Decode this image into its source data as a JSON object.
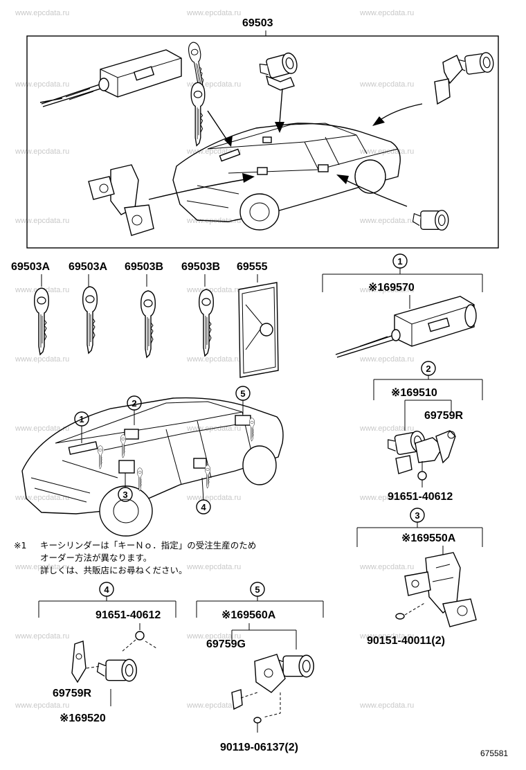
{
  "watermark": "www.epcdata.ru",
  "top_group": {
    "label": "69503"
  },
  "keys": [
    {
      "part": "69503A"
    },
    {
      "part": "69503A"
    },
    {
      "part": "69503B"
    },
    {
      "part": "69503B"
    },
    {
      "part": "69555"
    }
  ],
  "callouts": [
    "1",
    "2",
    "3",
    "4",
    "5"
  ],
  "note": {
    "mark": "※1",
    "lines": [
      "キーシリンダーは「キーＮｏ．指定」の受注生産のため",
      "オーダー方法が異なります。",
      "詳しくは、共販店にお尋ねください。"
    ]
  },
  "group1": {
    "callout": "1",
    "parts": [
      "※169570"
    ]
  },
  "group2": {
    "callout": "2",
    "parts": [
      "※169510",
      "69759R",
      "91651-40612"
    ]
  },
  "group3": {
    "callout": "3",
    "parts": [
      "※169550A",
      "90151-40011(2)"
    ]
  },
  "group4": {
    "callout": "4",
    "parts": [
      "91651-40612",
      "69759R",
      "※169520"
    ]
  },
  "group5": {
    "callout": "5",
    "parts": [
      "※169560A",
      "69759G",
      "90119-06137(2)"
    ]
  },
  "diagram_ref": "675581"
}
